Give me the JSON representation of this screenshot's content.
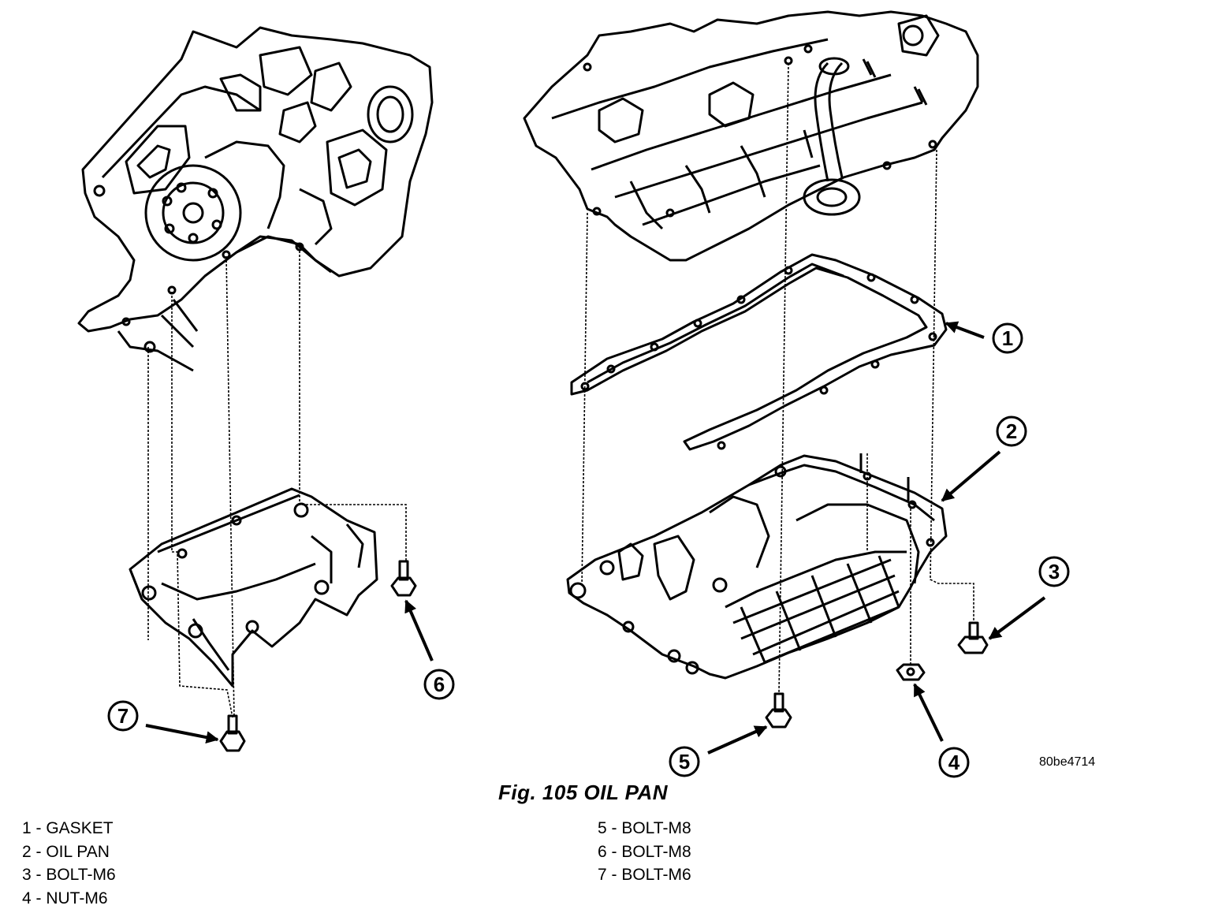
{
  "callouts": [
    {
      "id": "1"
    },
    {
      "id": "2"
    },
    {
      "id": "3"
    },
    {
      "id": "4"
    },
    {
      "id": "5"
    },
    {
      "id": "6"
    },
    {
      "id": "7"
    }
  ],
  "figure_code": "80be4714",
  "caption": "Fig. 105 OIL PAN",
  "legend_left": [
    {
      "label": "1 - GASKET"
    },
    {
      "label": "2 - OIL PAN"
    },
    {
      "label": "3 - BOLT-M6"
    },
    {
      "label": "4 - NUT-M6"
    }
  ],
  "legend_right": [
    {
      "label": "5 - BOLT-M8"
    },
    {
      "label": "6 - BOLT-M8"
    },
    {
      "label": "7 - BOLT-M6"
    }
  ]
}
